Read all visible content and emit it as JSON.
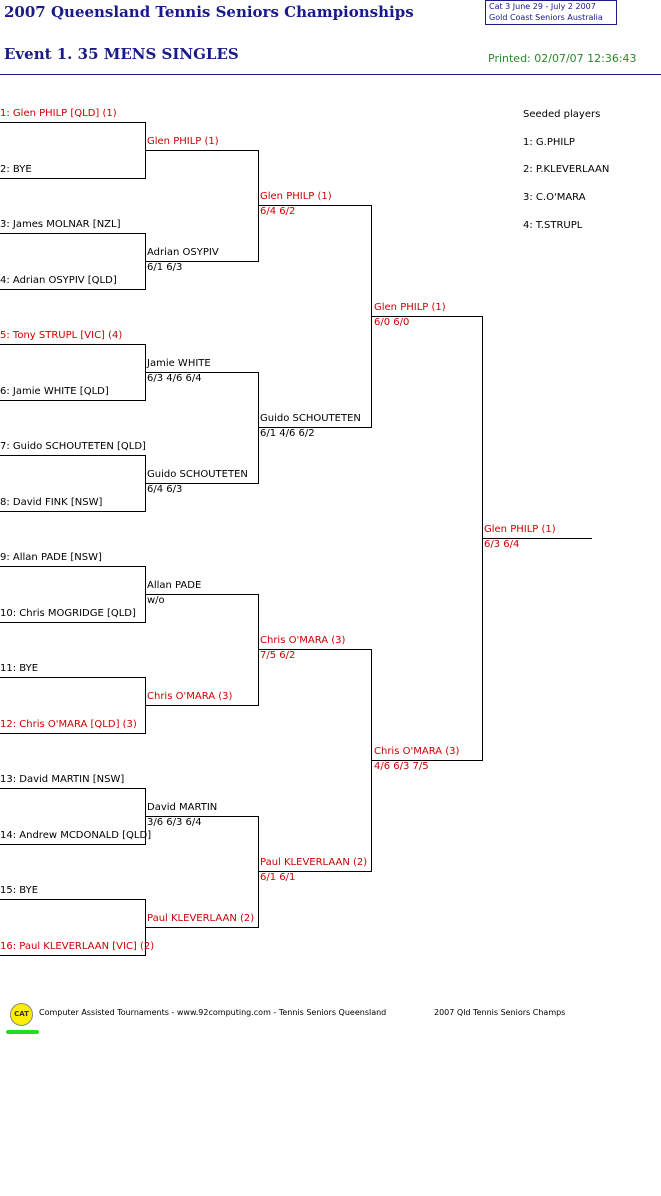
{
  "header": {
    "title": "2007 Queensland Tennis Seniors Championships",
    "event": "Event 1. 35  MENS SINGLES",
    "printed": "Printed: 02/07/07 12:36:43",
    "cat_line1": "Cat 3   June 29 - July 2 2007",
    "cat_line2": "Gold Coast Seniors    Australia"
  },
  "seeded": {
    "heading": "Seeded players",
    "players": [
      "1: G.PHILP",
      "2: P.KLEVERLAAN",
      "3: C.O'MARA",
      "4: T.STRUPL"
    ]
  },
  "round1": [
    {
      "label": "1: Glen PHILP [QLD] (1)",
      "seeded": true
    },
    {
      "label": "2: BYE",
      "seeded": false
    },
    {
      "label": "3: James MOLNAR [NZL]",
      "seeded": false
    },
    {
      "label": "4: Adrian OSYPIV [QLD]",
      "seeded": false
    },
    {
      "label": "5: Tony STRUPL [VIC] (4)",
      "seeded": true
    },
    {
      "label": "6: Jamie WHITE [QLD]",
      "seeded": false
    },
    {
      "label": "7: Guido SCHOUTETEN [QLD]",
      "seeded": false
    },
    {
      "label": "8: David FINK [NSW]",
      "seeded": false
    },
    {
      "label": "9: Allan PADE [NSW]",
      "seeded": false
    },
    {
      "label": "10: Chris MOGRIDGE [QLD]",
      "seeded": false
    },
    {
      "label": "11: BYE",
      "seeded": false
    },
    {
      "label": "12: Chris O'MARA [QLD] (3)",
      "seeded": true
    },
    {
      "label": "13: David MARTIN [NSW]",
      "seeded": false
    },
    {
      "label": "14: Andrew MCDONALD [QLD]",
      "seeded": false
    },
    {
      "label": "15: BYE",
      "seeded": false
    },
    {
      "label": "16: Paul KLEVERLAAN [VIC] (2)",
      "seeded": true
    }
  ],
  "round2": [
    {
      "name": "Glen PHILP (1)",
      "score": "",
      "seeded": true
    },
    {
      "name": "Adrian OSYPIV",
      "score": "6/1 6/3",
      "seeded": false
    },
    {
      "name": "Jamie WHITE",
      "score": "6/3 4/6 6/4",
      "seeded": false
    },
    {
      "name": "Guido SCHOUTETEN",
      "score": "6/4 6/3",
      "seeded": false
    },
    {
      "name": "Allan PADE",
      "score": "w/o",
      "seeded": false
    },
    {
      "name": "Chris O'MARA (3)",
      "score": "",
      "seeded": true
    },
    {
      "name": "David MARTIN",
      "score": "3/6 6/3 6/4",
      "seeded": false
    },
    {
      "name": "Paul KLEVERLAAN (2)",
      "score": "",
      "seeded": true
    }
  ],
  "round3": [
    {
      "name": "Glen PHILP (1)",
      "score": "6/4 6/2",
      "seeded": true
    },
    {
      "name": "Guido SCHOUTETEN",
      "score": "6/1 4/6 6/2",
      "seeded": false
    },
    {
      "name": "Chris O'MARA (3)",
      "score": "7/5 6/2",
      "seeded": true
    },
    {
      "name": "Paul KLEVERLAAN (2)",
      "score": "6/1 6/1",
      "seeded": true
    }
  ],
  "round4": [
    {
      "name": "Glen PHILP (1)",
      "score": "6/0 6/0",
      "seeded": true
    },
    {
      "name": "Chris O'MARA (3)",
      "score": "4/6 6/3 7/5",
      "seeded": true
    }
  ],
  "final": {
    "name": "Glen PHILP (1)",
    "score": "6/3 6/4",
    "seeded": true
  },
  "footer": {
    "logo_text": "CAT",
    "left": "Computer Assisted Tournaments - www.92computing.com -  Tennis Seniors Queensland",
    "right": "2007 Qld Tennis Seniors Champs"
  },
  "colors": {
    "title": "#1a1a8a",
    "seeded": "#cc0000",
    "printed": "#2a8a2a",
    "lines": "#000000"
  }
}
